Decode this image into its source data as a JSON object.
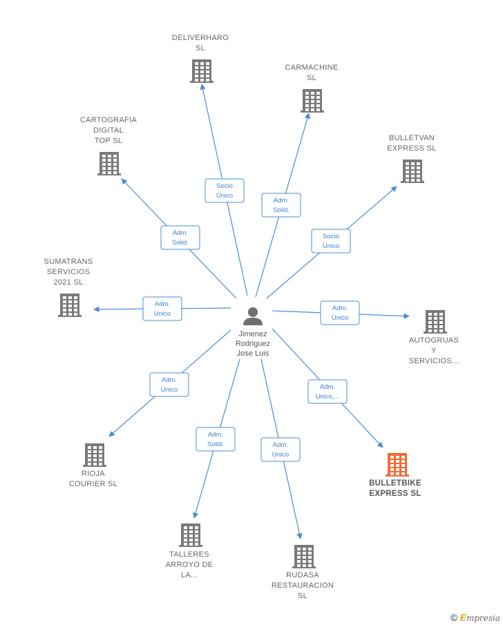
{
  "center": {
    "name_lines": [
      "Jimenez",
      "Rodriguez",
      "Jose Luis"
    ],
    "icon": "person-icon"
  },
  "companies": [
    {
      "id": "deliverharo",
      "lines": [
        "DELIVERHARO",
        "SL"
      ],
      "role_lines": [
        "Socio",
        "Único"
      ],
      "highlight": false
    },
    {
      "id": "carmachine",
      "lines": [
        "CARMACHINE",
        "SL"
      ],
      "role_lines": [
        "Adm.",
        "Solid."
      ],
      "highlight": false
    },
    {
      "id": "bulletvan",
      "lines": [
        "BULLETVAN",
        "EXPRESS SL"
      ],
      "role_lines": [
        "Socio",
        "Único"
      ],
      "highlight": false
    },
    {
      "id": "autogruas",
      "lines": [
        "AUTOGRUAS",
        "Y",
        "SERVICIOS..."
      ],
      "role_lines": [
        "Adm.",
        "Unico"
      ],
      "highlight": false
    },
    {
      "id": "bulletbike",
      "lines": [
        "BULLETBIKE",
        "EXPRESS  SL"
      ],
      "role_lines": [
        "Adm.",
        "Unico,..."
      ],
      "highlight": true
    },
    {
      "id": "rudasa",
      "lines": [
        "RUDASA",
        "RESTAURACION",
        "SL"
      ],
      "role_lines": [
        "Adm.",
        "Unico"
      ],
      "highlight": false
    },
    {
      "id": "talleres",
      "lines": [
        "TALLERES",
        "ARROYO DE",
        "LA..."
      ],
      "role_lines": [
        "Adm.",
        "Solid."
      ],
      "highlight": false
    },
    {
      "id": "rioja",
      "lines": [
        "RIOJA",
        "COURIER  SL"
      ],
      "role_lines": [
        "Adm.",
        "Unico"
      ],
      "highlight": false
    },
    {
      "id": "sumatrans",
      "lines": [
        "SUMATRANS",
        "SERVICIOS",
        "2021  SL"
      ],
      "role_lines": [
        "Adm.",
        "Unico"
      ],
      "highlight": false
    },
    {
      "id": "cartografia",
      "lines": [
        "CARTOGRAFIA",
        "DIGITAL",
        "TOP  SL"
      ],
      "role_lines": [
        "Adm.",
        "Solid."
      ],
      "highlight": false
    }
  ],
  "colors": {
    "edge": "#4a8bd6",
    "building": "#7a7a7a",
    "highlight": "#f26a35",
    "person": "#6f6f6f"
  },
  "footer": {
    "copyright": "©",
    "brand_initial": "E",
    "brand_rest": "mpresia"
  }
}
